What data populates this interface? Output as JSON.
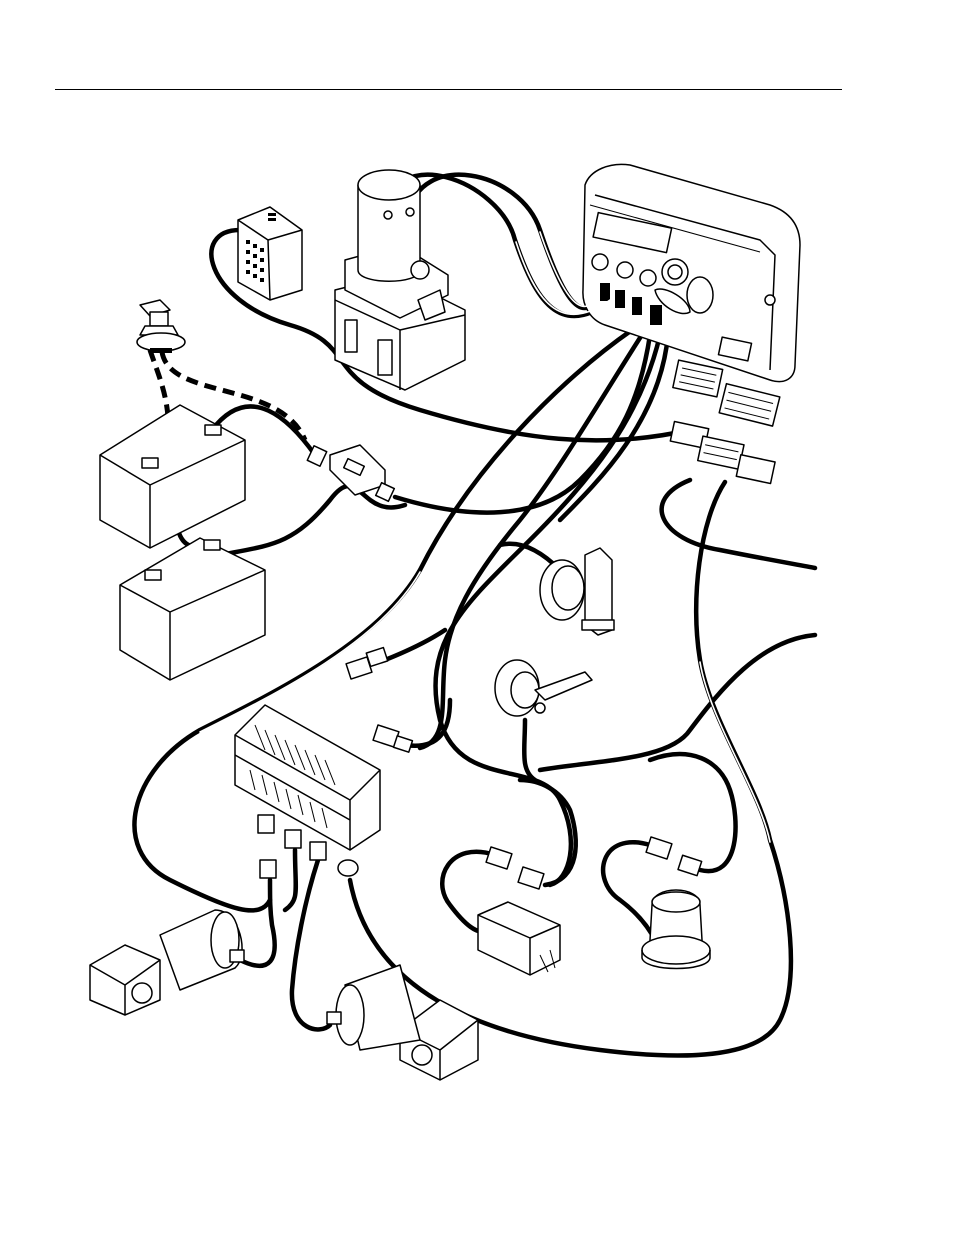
{
  "figure": {
    "kind": "wiring-harness-exploded-view",
    "rule_color": "#000000",
    "components": [
      {
        "id": "control-module",
        "icon": "control-module-icon"
      },
      {
        "id": "hydraulic-pump",
        "icon": "hydraulic-pump-icon"
      },
      {
        "id": "keypad",
        "icon": "keypad-icon"
      },
      {
        "id": "battery-disconnect-switch",
        "icon": "key-switch-icon"
      },
      {
        "id": "battery-1",
        "icon": "battery-icon"
      },
      {
        "id": "battery-2",
        "icon": "battery-icon"
      },
      {
        "id": "inline-fuse",
        "icon": "fuse-holder-icon"
      },
      {
        "id": "tilt-sensor",
        "icon": "sensor-bracket-icon"
      },
      {
        "id": "horn",
        "icon": "horn-icon"
      },
      {
        "id": "motor-controller",
        "icon": "motor-controller-icon"
      },
      {
        "id": "drive-motor-left",
        "icon": "gear-motor-icon"
      },
      {
        "id": "drive-motor-right",
        "icon": "gear-motor-icon"
      },
      {
        "id": "alarm",
        "icon": "alarm-icon"
      },
      {
        "id": "beacon",
        "icon": "beacon-light-icon"
      }
    ]
  }
}
